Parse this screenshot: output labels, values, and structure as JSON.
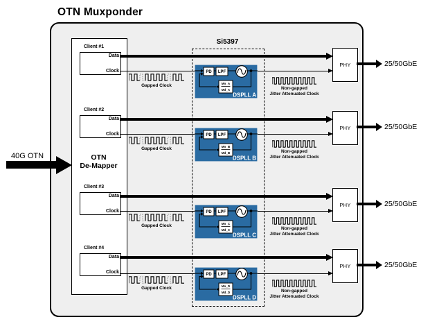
{
  "title": "OTN Muxponder",
  "input": {
    "label": "40G OTN"
  },
  "demapper": {
    "label": "OTN\nDe-Mapper"
  },
  "si_chip": {
    "label": "Si5397"
  },
  "rows": [
    {
      "client_label": "Client #1",
      "data_port": "Data",
      "clock_port": "Clock",
      "gapped_clock_label": "Gapped Clock",
      "pd_label": "PD",
      "lpf_label": "LPF",
      "m_num": "Mn_A",
      "m_den": "Md_A",
      "dspll_label": "DSPLL A",
      "nongapped_line1": "Non-gapped",
      "nongapped_line2": "Jitter Attenuated Clock",
      "phy_label": "PHY",
      "output_label": "25/50GbE"
    },
    {
      "client_label": "Client #2",
      "data_port": "Data",
      "clock_port": "Clock",
      "gapped_clock_label": "Gapped Clock",
      "pd_label": "PD",
      "lpf_label": "LPF",
      "m_num": "Mn_B",
      "m_den": "Md_B",
      "dspll_label": "DSPLL B",
      "nongapped_line1": "Non-gapped",
      "nongapped_line2": "Jitter Attenuated Clock",
      "phy_label": "PHY",
      "output_label": "25/50GbE"
    },
    {
      "client_label": "Client #3",
      "data_port": "Data",
      "clock_port": "Clock",
      "gapped_clock_label": "Gapped Clock",
      "pd_label": "PD",
      "lpf_label": "LPF",
      "m_num": "Mn_C",
      "m_den": "Md_C",
      "dspll_label": "DSPLL C",
      "nongapped_line1": "Non-gapped",
      "nongapped_line2": "Jitter Attenuated Clock",
      "phy_label": "PHY",
      "output_label": "25/50GbE"
    },
    {
      "client_label": "Client #4",
      "data_port": "Data",
      "clock_port": "Clock",
      "gapped_clock_label": "Gapped Clock",
      "pd_label": "PD",
      "lpf_label": "LPF",
      "m_num": "Mn_D",
      "m_den": "Md_D",
      "dspll_label": "DSPLL D",
      "nongapped_line1": "Non-gapped",
      "nongapped_line2": "Jitter Attenuated Clock",
      "phy_label": "PHY",
      "output_label": "25/50GbE"
    }
  ],
  "waveforms": {
    "gapped": {
      "pulses": 10,
      "gapped_indices": [
        2,
        7
      ]
    },
    "non_gapped": {
      "pulses": 10,
      "gapped_indices": []
    }
  },
  "colors": {
    "dspll_fill": "#2a6ba2",
    "dspll_border": "#0d2c49",
    "panel_fill": "#efefef",
    "gapped_pulse": "#9a9a9a",
    "line": "#000000"
  }
}
